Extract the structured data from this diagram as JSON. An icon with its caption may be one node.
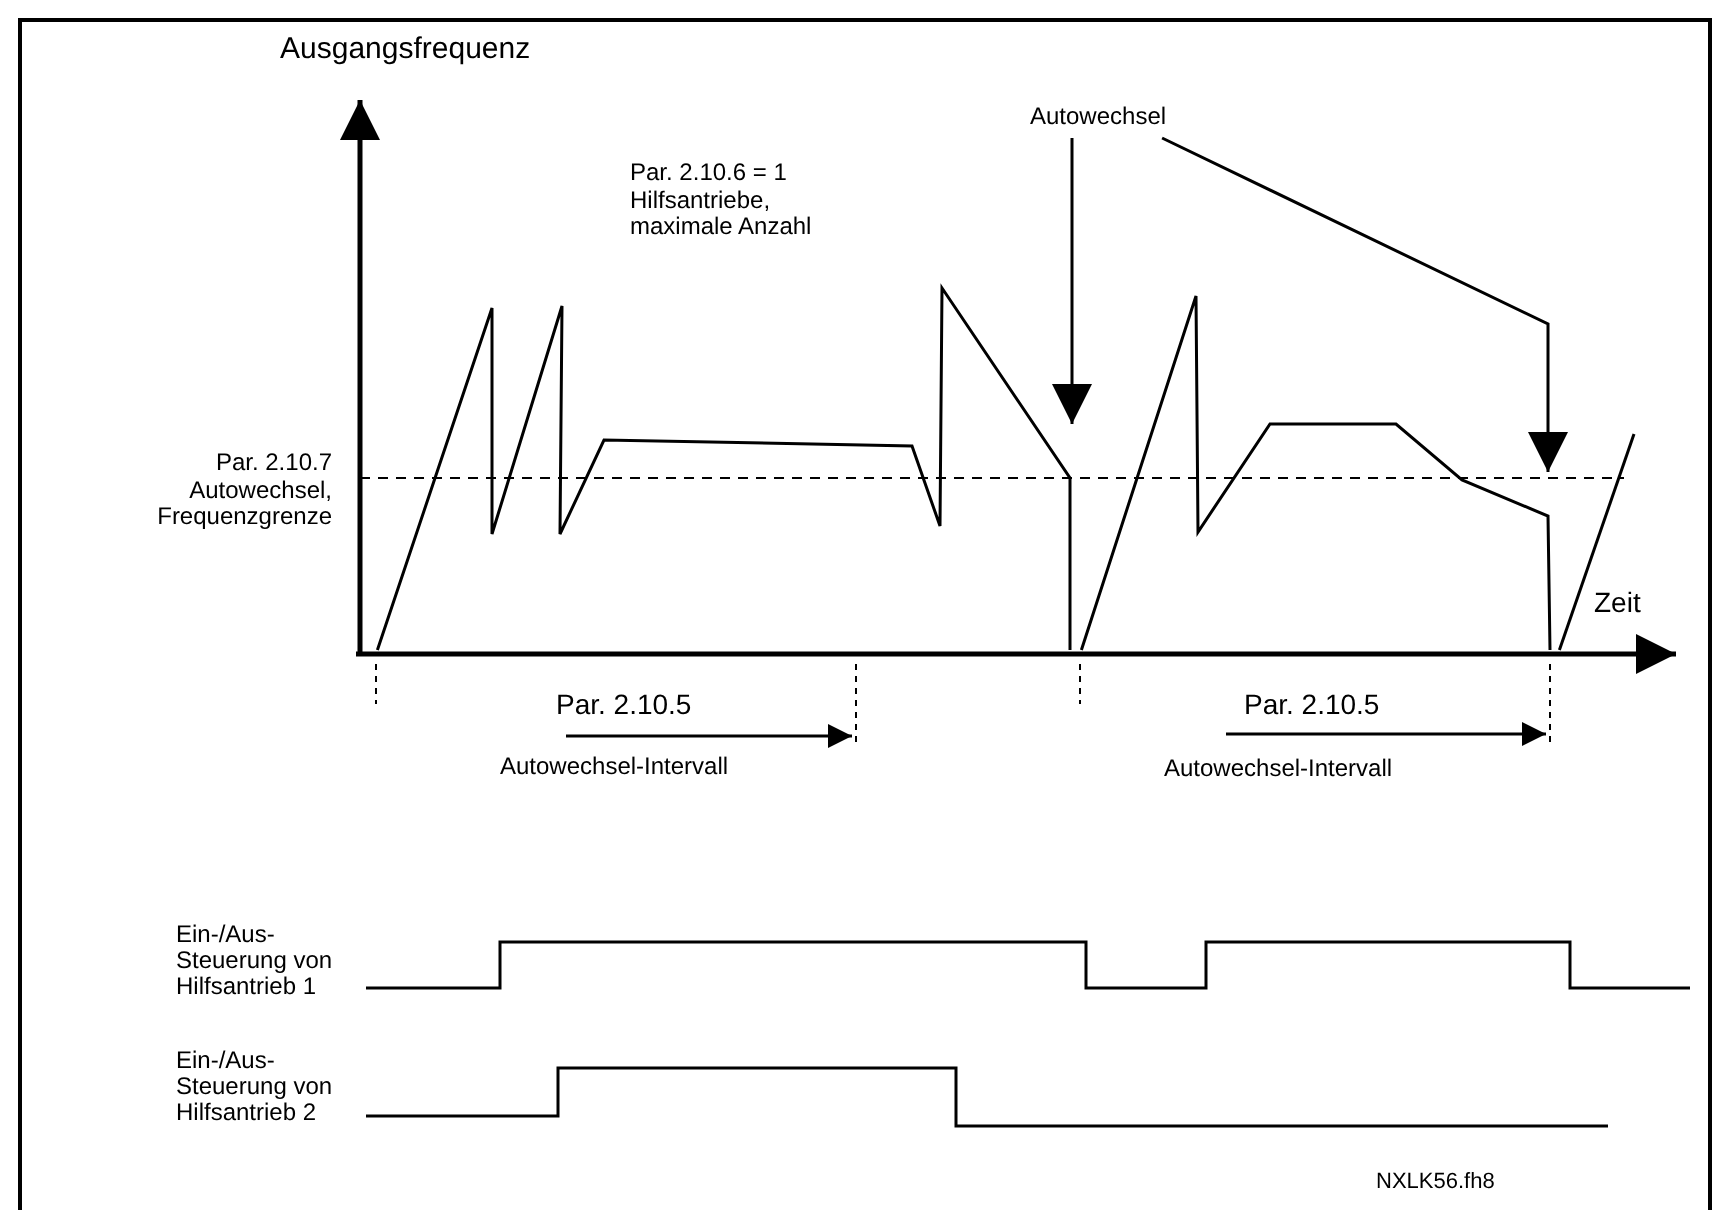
{
  "diagram": {
    "nodes": [
      {
        "text": [
          "Autowechsel"
        ]
      },
      {
        "text": [],
        "shape": "curve"
      }
    ],
    "edges": [
      {
        "from": 0,
        "to": 1,
        "arrow": "to"
      },
      {
        "from": 0,
        "to": 1,
        "arrow": "to"
      }
    ],
    "labels": [
      "Ausgangsfrequenz",
      "Par. 2.10.6 = 1",
      "Hilfsantriebe, maximale Anzahl",
      "Par. 2.10.7",
      "Autowechsel, Frequenzgrenze",
      "Zeit",
      "Par. 2.10.5",
      "Autowechsel-Intervall",
      "Par. 2.10.5",
      "Autowechsel-Intervall",
      "Ein-/Aus-Steuerung von Hilfsantrieb 1",
      "Ein-/Aus-Steuerung von Hilfsantrieb 2",
      "NXLK56.fh8"
    ]
  }
}
